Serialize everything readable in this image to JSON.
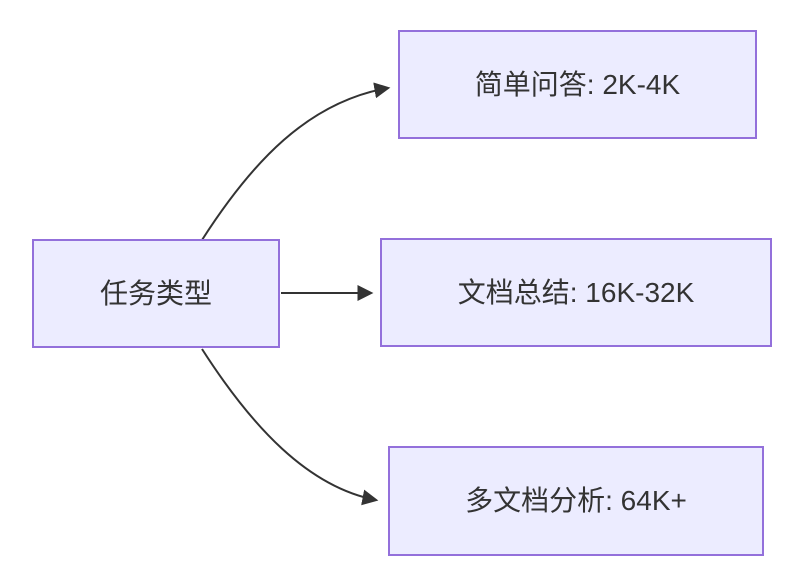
{
  "diagram": {
    "type": "flowchart-LR",
    "root": {
      "label": "任务类型"
    },
    "children": [
      {
        "label": "简单问答: 2K-4K"
      },
      {
        "label": "文档总结: 16K-32K"
      },
      {
        "label": "多文档分析: 64K+"
      }
    ],
    "edges": [
      {
        "from": "任务类型",
        "to": "简单问答: 2K-4K"
      },
      {
        "from": "任务类型",
        "to": "文档总结: 16K-32K"
      },
      {
        "from": "任务类型",
        "to": "多文档分析: 64K+"
      }
    ],
    "colors": {
      "node_fill": "#ECECFF",
      "node_border": "#9370DB",
      "edge": "#333333",
      "text": "#333333",
      "background": "#ffffff"
    }
  }
}
